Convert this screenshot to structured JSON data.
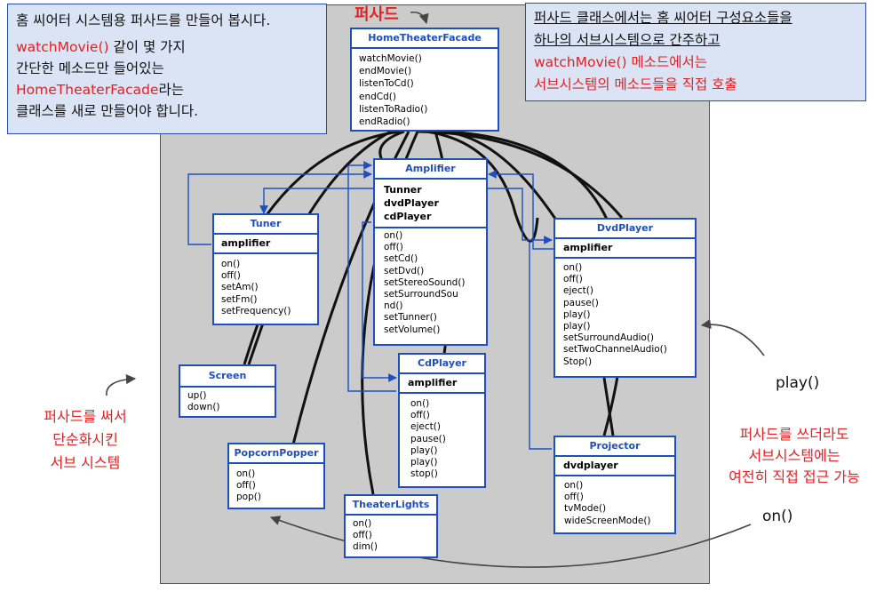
{
  "note_left": {
    "line1": "홈 씨어터 시스템용 퍼사드를 만들어 봅시다.",
    "line2a": "watchMovie()",
    "line2b": " 같이 몇 가지",
    "line3": "간단한 메소드만 들어있는",
    "line4a": "HomeTheaterFacade",
    "line4b": "라는",
    "line5": "클래스를 새로 만들어야 합니다."
  },
  "note_right": {
    "line1": "퍼사드 클래스에서는 홈 씨어터 구성요소들을",
    "line2": "하나의 서브시스템으로 간주하고",
    "line3": "watchMovie() 메소드에서는",
    "line4": "서브시스템의 메소드들을 직접 호출"
  },
  "facade_label": "퍼사드",
  "facade": {
    "title": "HomeTheaterFacade",
    "ops": [
      "watchMovie()",
      "endMovie()",
      "listenToCd()",
      "endCd()",
      "listenToRadio()",
      "endRadio()"
    ]
  },
  "amplifier": {
    "title": "Amplifier",
    "attrs": [
      "Tunner",
      "dvdPlayer",
      "cdPlayer"
    ],
    "ops": [
      "on()",
      "off()",
      "setCd()",
      "setDvd()",
      "setStereoSound()",
      "setSurroundSou",
      "nd()",
      "setTunner()",
      "setVolume()"
    ]
  },
  "tuner": {
    "title": "Tuner",
    "attrs": [
      "amplifier"
    ],
    "ops": [
      "on()",
      "off()",
      "setAm()",
      "setFm()",
      "setFrequency()"
    ]
  },
  "dvdplayer": {
    "title": "DvdPlayer",
    "attrs": [
      "amplifier"
    ],
    "ops": [
      "on()",
      "off()",
      "eject()",
      "pause()",
      "play()",
      "play()",
      "setSurroundAudio()",
      "setTwoChannelAudio()",
      "Stop()"
    ]
  },
  "screen": {
    "title": "Screen",
    "ops": [
      "up()",
      "down()"
    ]
  },
  "cdplayer": {
    "title": "CdPlayer",
    "attrs": [
      "amplifier"
    ],
    "ops": [
      "on()",
      "off()",
      "eject()",
      "pause()",
      "play()",
      "play()",
      "stop()"
    ]
  },
  "popcorn": {
    "title": "PopcornPopper",
    "ops": [
      "on()",
      "off()",
      "pop()"
    ]
  },
  "projector": {
    "title": "Projector",
    "attrs": [
      "dvdplayer"
    ],
    "ops": [
      "on()",
      "off()",
      "tvMode()",
      "wideScreenMode()"
    ]
  },
  "lights": {
    "title": "TheaterLights",
    "ops": [
      "on()",
      "off()",
      "dim()"
    ]
  },
  "left_caption": [
    "퍼사드를 써서",
    "단순화시킨",
    "서브 시스템"
  ],
  "right_caption": [
    "퍼사드를 쓰더라도",
    "서브시스템에는",
    "여전히 직접 접근 가능"
  ],
  "play_label": "play()",
  "on_label": "on()",
  "colors": {
    "accent_blue": "#1f4fbf",
    "red": "#e52020",
    "note_bg": "#dae4f5",
    "panel_gray": "#cbcbcb"
  }
}
